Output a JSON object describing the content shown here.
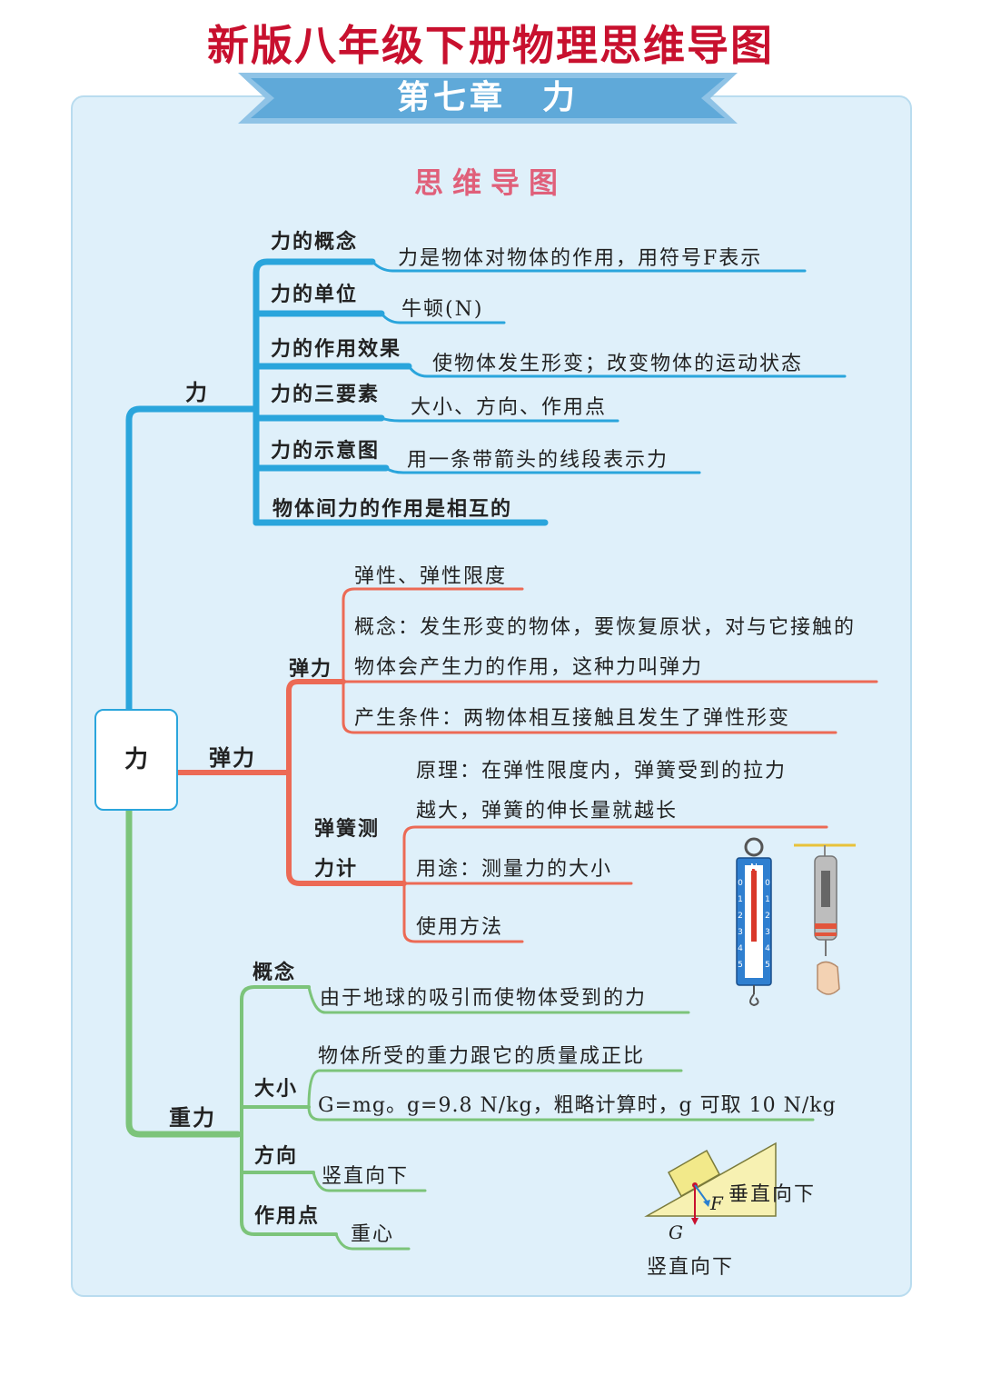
{
  "title": "新版八年级下册物理思维导图",
  "chapter": "第七章　力",
  "mindmap_title": "思维导图",
  "root": "力",
  "colors": {
    "title": "#c8102e",
    "blue": "#2aa5dc",
    "red": "#ec6a55",
    "green": "#7cc47a",
    "panel": "#dff0fa"
  },
  "branch_force": {
    "label": "力",
    "items": [
      {
        "label": "力的概念",
        "detail": "力是物体对物体的作用，用符号F表示"
      },
      {
        "label": "力的单位",
        "detail": "牛顿(N)"
      },
      {
        "label": "力的作用效果",
        "detail": "使物体发生形变；改变物体的运动状态"
      },
      {
        "label": "力的三要素",
        "detail": "大小、方向、作用点"
      },
      {
        "label": "力的示意图",
        "detail": "用一条带箭头的线段表示力"
      },
      {
        "label": "物体间力的作用是相互的"
      }
    ]
  },
  "branch_elastic": {
    "label": "弹力",
    "sub_elastic": {
      "label": "弹力",
      "items": [
        "弹性、弹性限度",
        "概念：发生形变的物体，要恢复原状，对与它接触的",
        "物体会产生力的作用，这种力叫弹力",
        "产生条件：两物体相互接触且发生了弹性形变"
      ]
    },
    "sub_spring": {
      "label_line1": "弹簧测",
      "label_line2": "力计",
      "items": [
        "原理：在弹性限度内，弹簧受到的拉力",
        "越大，弹簧的伸长量就越长",
        "用途：测量力的大小",
        "使用方法"
      ]
    },
    "spring_scale_letter": "N",
    "spring_scale_ticks": [
      "0",
      "1",
      "2",
      "3",
      "4",
      "5"
    ]
  },
  "branch_gravity": {
    "label": "重力",
    "concept": {
      "label": "概念",
      "detail": "由于地球的吸引而使物体受到的力"
    },
    "size": {
      "label": "大小",
      "detail1": "物体所受的重力跟它的质量成正比",
      "detail2": "G=mg。g=9.8 N/kg，粗略计算时，g 可取 10 N/kg"
    },
    "direction": {
      "label": "方向",
      "detail": "竖直向下"
    },
    "point": {
      "label": "作用点",
      "detail": "重心"
    },
    "figure": {
      "f_label": "F",
      "f_dir": "垂直向下",
      "g_label": "G",
      "g_dir": "竖直向下"
    }
  }
}
